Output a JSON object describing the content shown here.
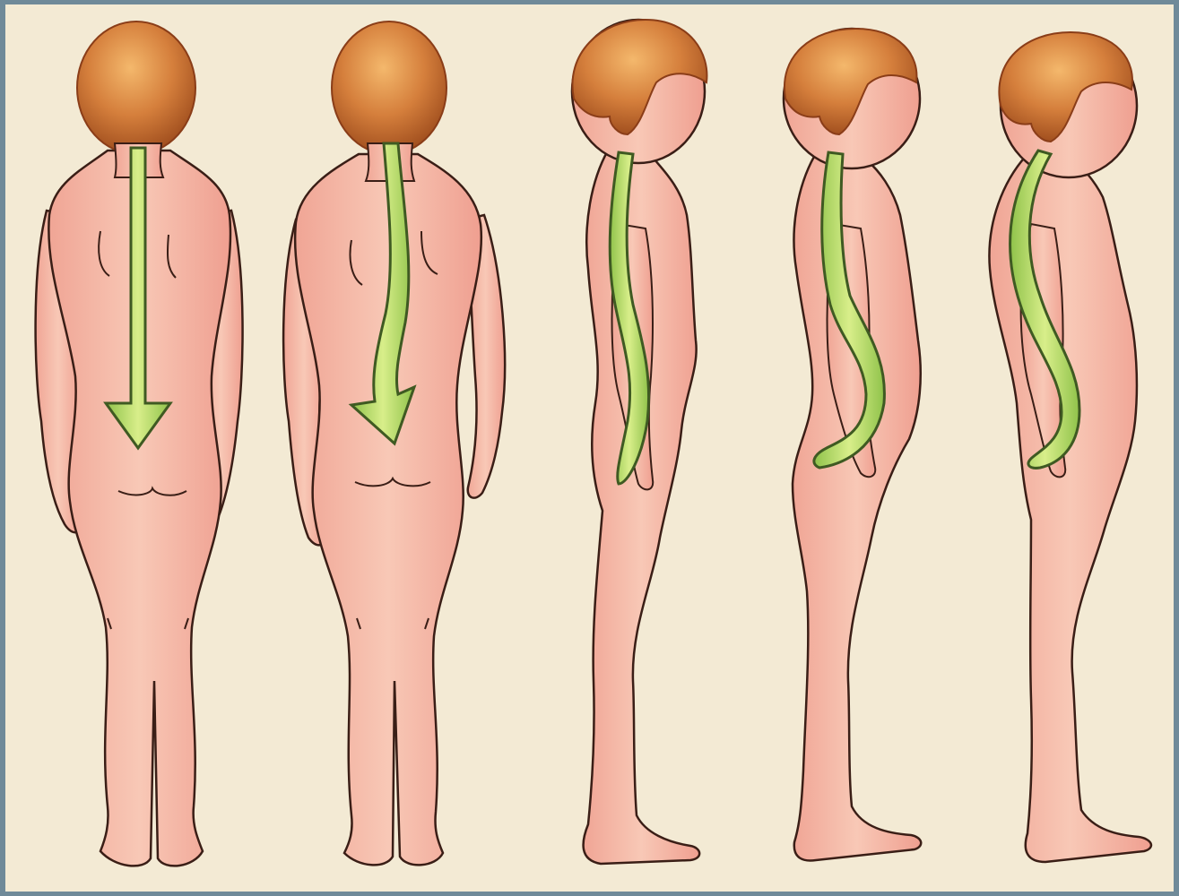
{
  "colors": {
    "frame": "#6f8a99",
    "paper": "#f3ead4",
    "skin": "#f6bfae",
    "skin_shadow": "#ec9e8e",
    "outline": "#3a1e16",
    "hair": "#cf7a3a",
    "hair_shade": "#9a4a1e",
    "hair_light": "#f2b469",
    "spine": "#a9d45a",
    "spine_light": "#d9ee8c",
    "spine_outline": "#3f5a22"
  },
  "figures": [
    {
      "view": "back",
      "spine": "straight-arrow"
    },
    {
      "view": "back",
      "spine": "curved-arrow"
    },
    {
      "view": "side",
      "spine": "normal-curve"
    },
    {
      "view": "side",
      "spine": "lordosis-curve"
    },
    {
      "view": "side",
      "spine": "kyphosis-curve"
    }
  ]
}
